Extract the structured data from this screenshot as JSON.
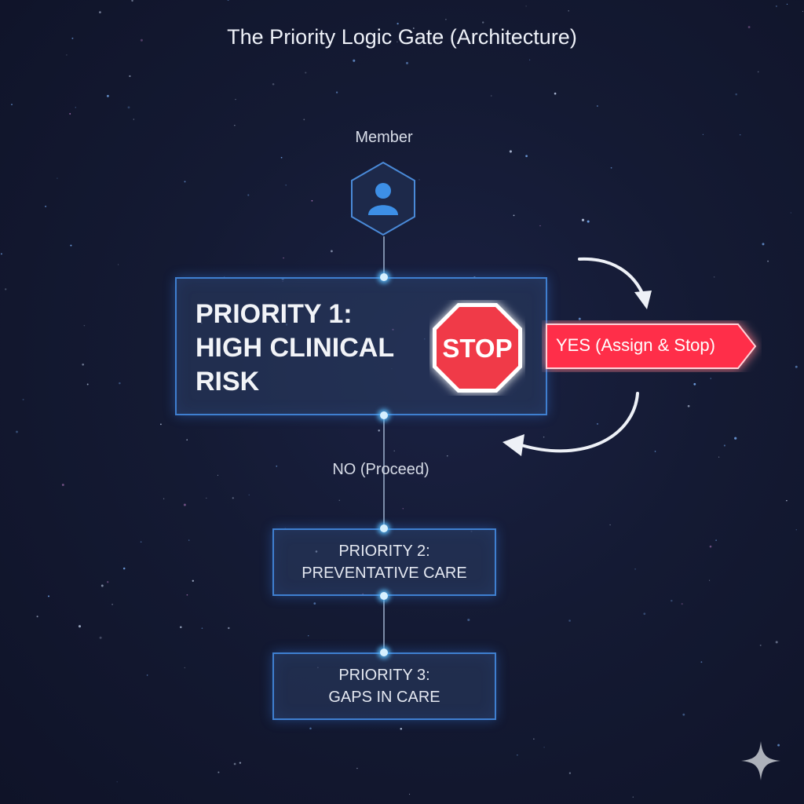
{
  "title": "The Priority Logic Gate (Architecture)",
  "member": {
    "label": "Member",
    "icon": "user-icon"
  },
  "priority1": {
    "lines": [
      "PRIORITY 1:",
      "HIGH CLINICAL",
      "RISK"
    ],
    "stop_sign_text": "STOP"
  },
  "yes_branch": {
    "label": "YES (Assign & Stop)"
  },
  "no_branch": {
    "label": "NO (Proceed)"
  },
  "priority2": {
    "lines": [
      "PRIORITY 2:",
      "PREVENTATIVE CARE"
    ]
  },
  "priority3": {
    "lines": [
      "PRIORITY 3:",
      "GAPS IN CARE"
    ]
  },
  "colors": {
    "node_border": "#3f7fd0",
    "stop_red": "#ff3b4e",
    "glow_blue": "#5abeff"
  }
}
